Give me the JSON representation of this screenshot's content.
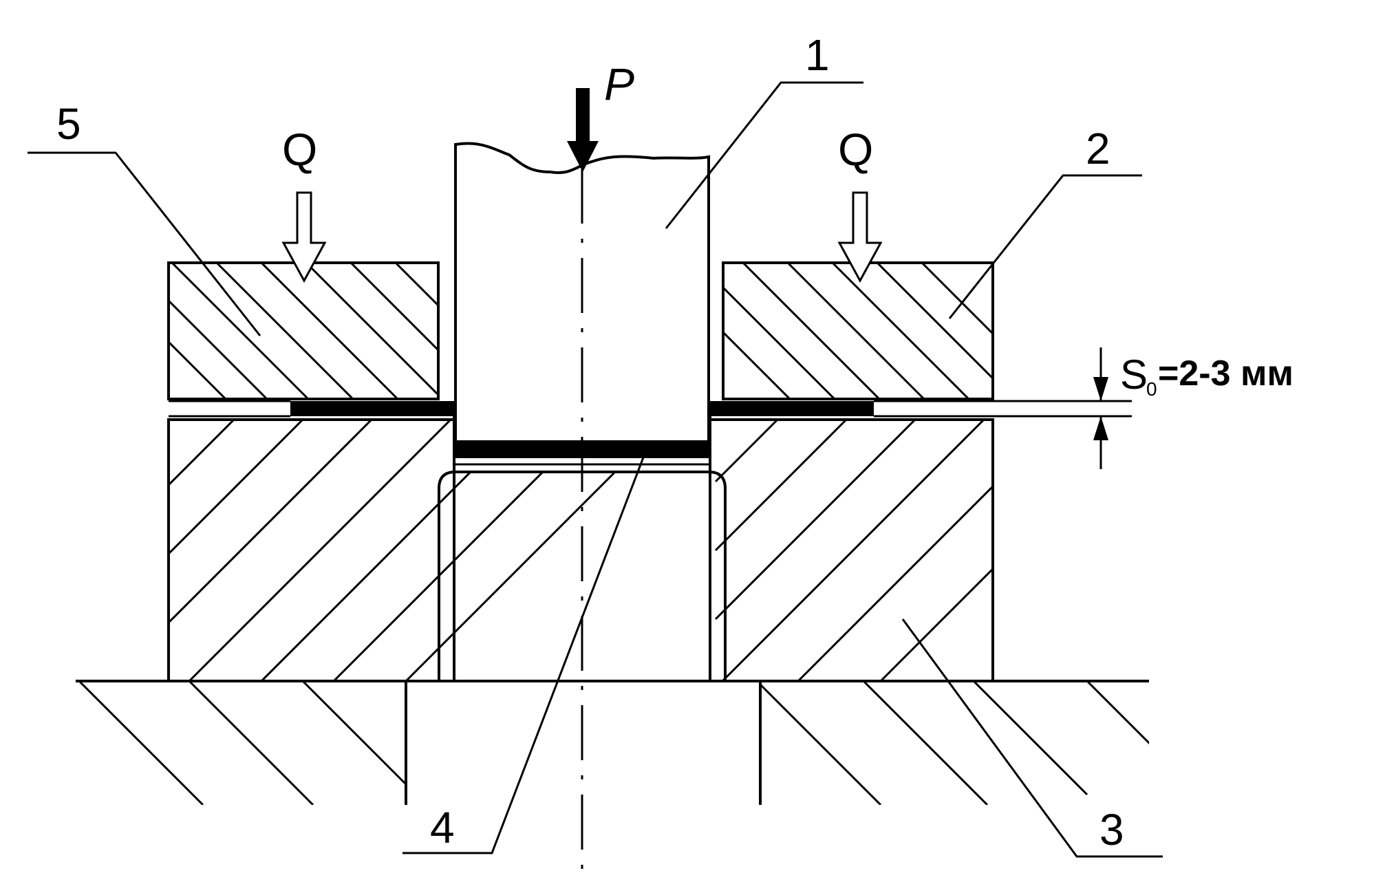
{
  "labels": {
    "part1": "1",
    "part2": "2",
    "part3": "3",
    "part4": "4",
    "part5": "5"
  },
  "forces": {
    "punch": "P",
    "left_hold": "Q",
    "right_hold": "Q"
  },
  "dimension": {
    "symbol": "S",
    "subscript": "0",
    "value": "=2-3 мм"
  },
  "colors": {
    "line": "#000000",
    "background": "#ffffff"
  }
}
